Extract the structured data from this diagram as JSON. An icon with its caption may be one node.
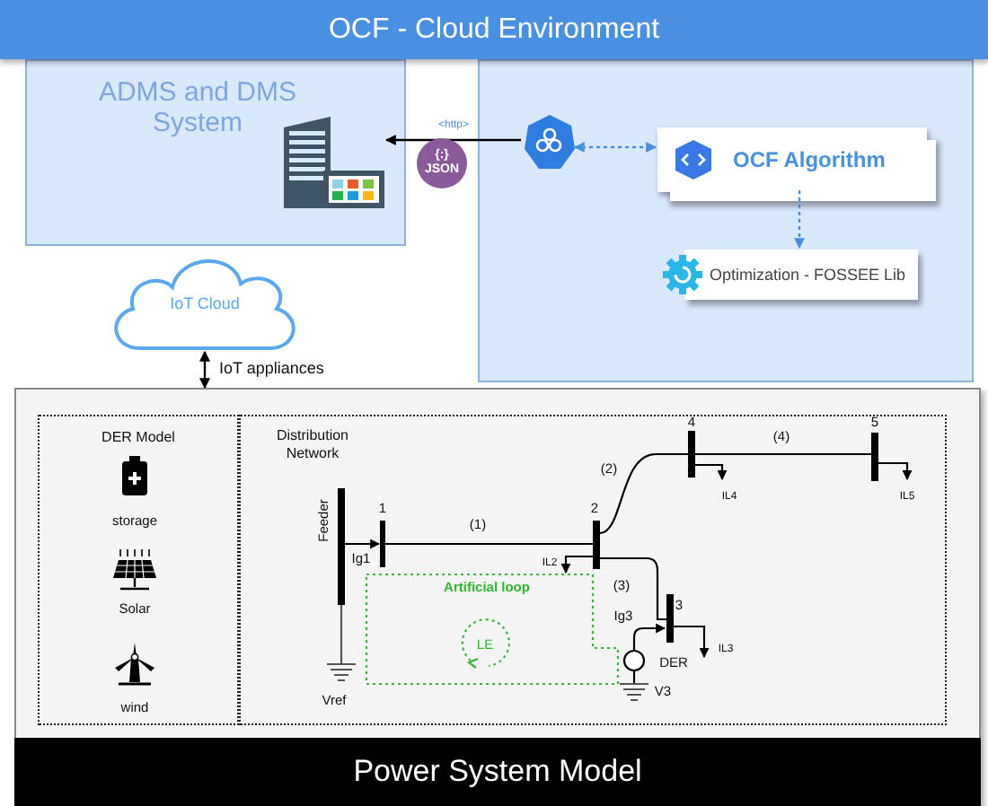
{
  "diagram": {
    "nodes": [
      {
        "text": [
          "OCF - Cloud Environment"
        ]
      },
      {
        "text": [
          "ADMS and DMS System"
        ]
      },
      {
        "text": [],
        "shape": "server",
        "in": 1
      },
      {
        "text": [
          "IoT Cloud"
        ]
      },
      {
        "text": [],
        "shape": "box"
      },
      {
        "text": [],
        "shape": "hexagon",
        "in": 4
      },
      {
        "text": [
          "OCF Algorithm"
        ],
        "in": 4
      },
      {
        "text": [
          "Optimization - FOSSEE Lib"
        ],
        "in": 4
      },
      {
        "text": [
          "Power System Model"
        ]
      },
      {
        "text": [
          "DER Model"
        ],
        "in": 8
      },
      {
        "text": [
          "Distribution Network"
        ],
        "in": 8
      }
    ],
    "edges": [
      {
        "from": 5,
        "to": 2,
        "arrow": "to",
        "label": "<http>"
      },
      {
        "from": 5,
        "to": 6,
        "arrow": "both",
        "style": "dashed",
        "color": "#4a90e2"
      },
      {
        "from": 6,
        "to": 7,
        "arrow": "to",
        "style": "dashed",
        "color": "#4a90e2"
      },
      {
        "from": 3,
        "to": 8,
        "arrow": "both",
        "label": "IoT appliances"
      }
    ],
    "labels": [
      "{:} JSON",
      "storage",
      "Solar",
      "wind",
      "(4)",
      "4",
      "5",
      "(2)",
      "IL4",
      "IL5",
      "Feeder",
      "1",
      "(1)",
      "2",
      "Ig1",
      "IL2",
      "Artificial loop",
      "(3)",
      "Ig3",
      "3",
      "LE",
      "IL3",
      "DER",
      "Vref",
      "V3"
    ]
  }
}
